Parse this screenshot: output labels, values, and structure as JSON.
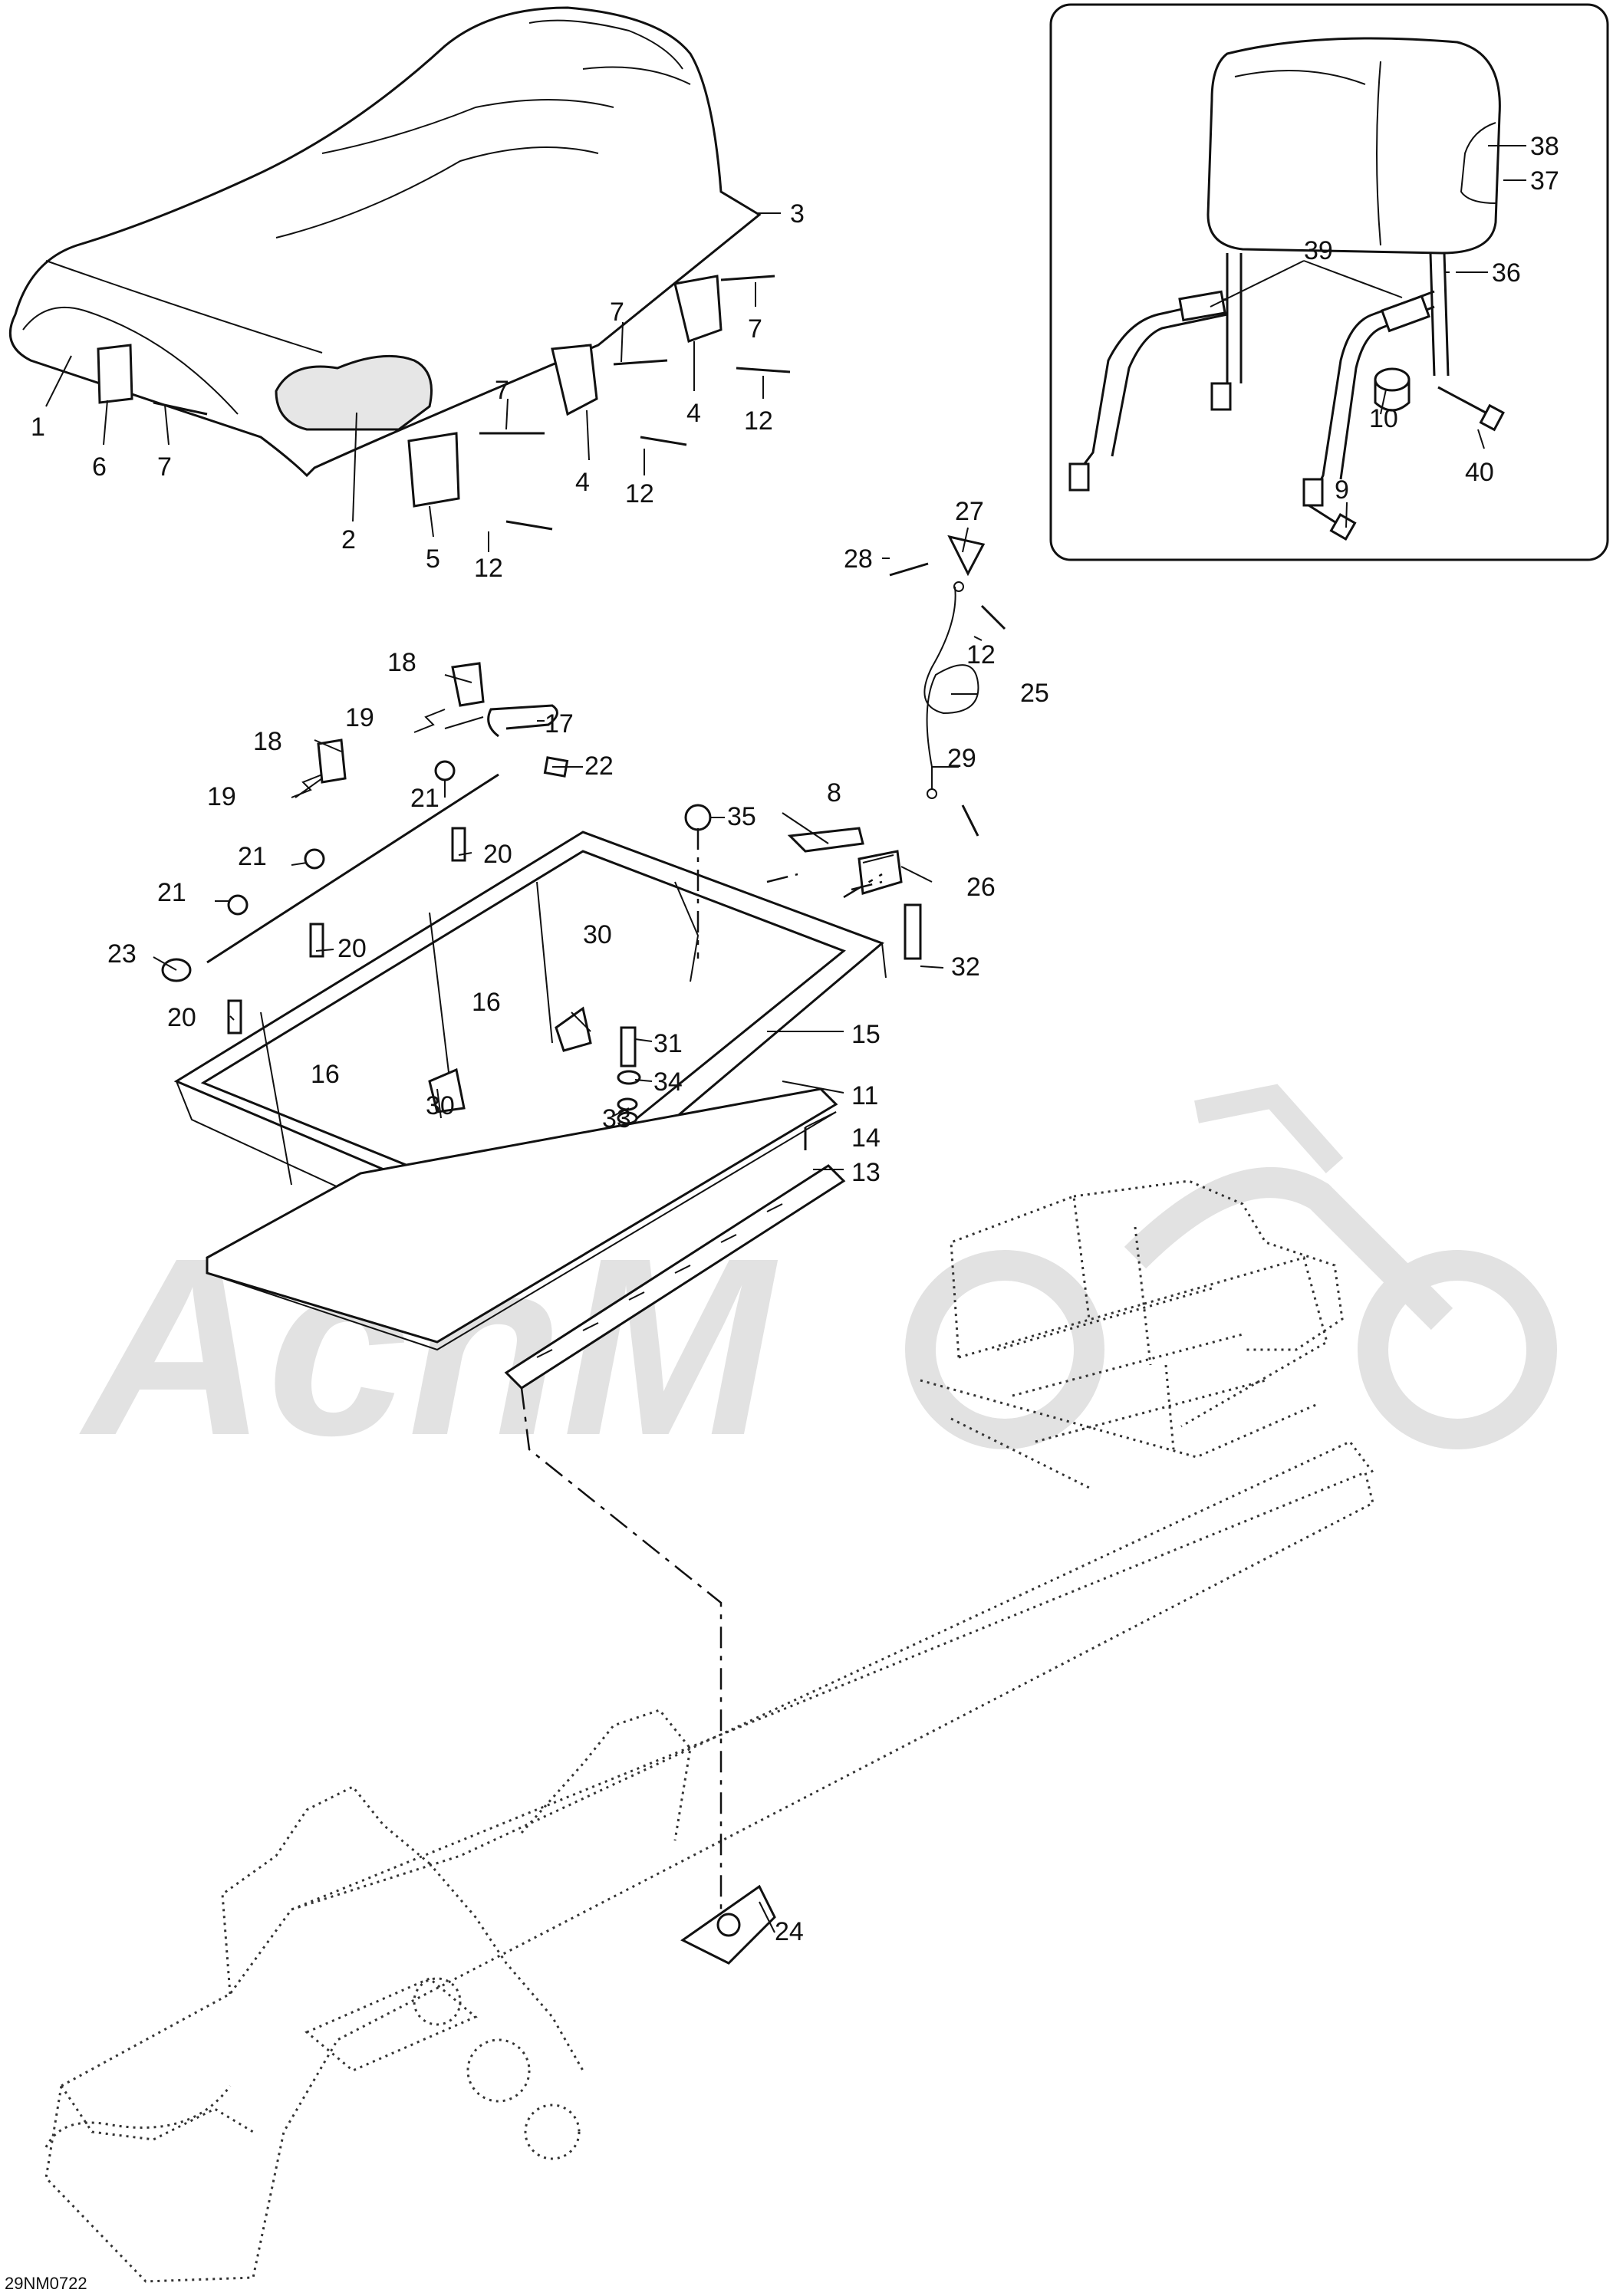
{
  "diagram": {
    "drawing_code": "29NM0722",
    "watermark_text": "AcnM",
    "callouts": [
      {
        "id": "c1",
        "text": "1"
      },
      {
        "id": "c2",
        "text": "2"
      },
      {
        "id": "c3",
        "text": "3"
      },
      {
        "id": "c4a",
        "text": "4"
      },
      {
        "id": "c4b",
        "text": "4"
      },
      {
        "id": "c5",
        "text": "5"
      },
      {
        "id": "c6",
        "text": "6"
      },
      {
        "id": "c7a",
        "text": "7"
      },
      {
        "id": "c7b",
        "text": "7"
      },
      {
        "id": "c7c",
        "text": "7"
      },
      {
        "id": "c7d",
        "text": "7"
      },
      {
        "id": "c8",
        "text": "8"
      },
      {
        "id": "c9",
        "text": "9"
      },
      {
        "id": "c10",
        "text": "10"
      },
      {
        "id": "c11",
        "text": "11"
      },
      {
        "id": "c12a",
        "text": "12"
      },
      {
        "id": "c12b",
        "text": "12"
      },
      {
        "id": "c12c",
        "text": "12"
      },
      {
        "id": "c12d",
        "text": "12"
      },
      {
        "id": "c13",
        "text": "13"
      },
      {
        "id": "c14",
        "text": "14"
      },
      {
        "id": "c15",
        "text": "15"
      },
      {
        "id": "c16a",
        "text": "16"
      },
      {
        "id": "c16b",
        "text": "16"
      },
      {
        "id": "c17",
        "text": "17"
      },
      {
        "id": "c18a",
        "text": "18"
      },
      {
        "id": "c18b",
        "text": "18"
      },
      {
        "id": "c19a",
        "text": "19"
      },
      {
        "id": "c19b",
        "text": "19"
      },
      {
        "id": "c20a",
        "text": "20"
      },
      {
        "id": "c20b",
        "text": "20"
      },
      {
        "id": "c20c",
        "text": "20"
      },
      {
        "id": "c21a",
        "text": "21"
      },
      {
        "id": "c21b",
        "text": "21"
      },
      {
        "id": "c21c",
        "text": "21"
      },
      {
        "id": "c22",
        "text": "22"
      },
      {
        "id": "c23",
        "text": "23"
      },
      {
        "id": "c24",
        "text": "24"
      },
      {
        "id": "c25",
        "text": "25"
      },
      {
        "id": "c26",
        "text": "26"
      },
      {
        "id": "c27",
        "text": "27"
      },
      {
        "id": "c28",
        "text": "28"
      },
      {
        "id": "c29",
        "text": "29"
      },
      {
        "id": "c30a",
        "text": "30"
      },
      {
        "id": "c30b",
        "text": "30"
      },
      {
        "id": "c31",
        "text": "31"
      },
      {
        "id": "c32",
        "text": "32"
      },
      {
        "id": "c33",
        "text": "33"
      },
      {
        "id": "c34",
        "text": "34"
      },
      {
        "id": "c35",
        "text": "35"
      },
      {
        "id": "c36",
        "text": "36"
      },
      {
        "id": "c37",
        "text": "37"
      },
      {
        "id": "c38",
        "text": "38"
      },
      {
        "id": "c39",
        "text": "39"
      },
      {
        "id": "c40",
        "text": "40"
      }
    ]
  }
}
